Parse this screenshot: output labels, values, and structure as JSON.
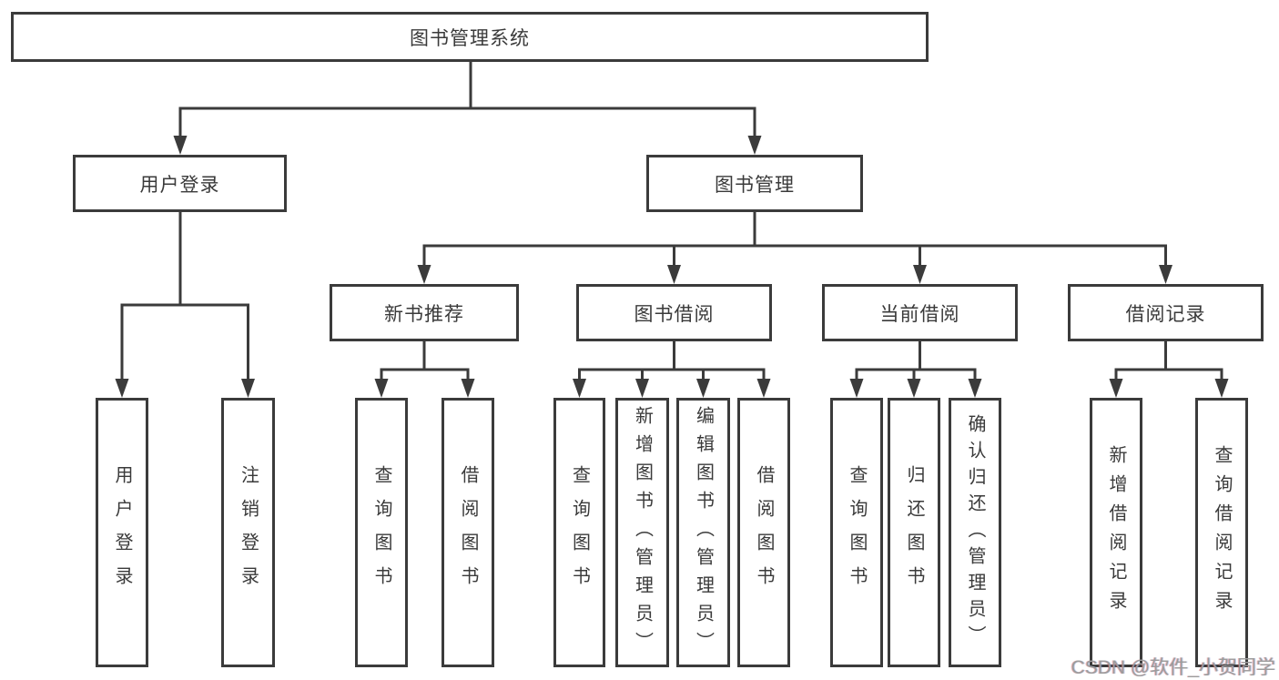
{
  "colors": {
    "line": "#3b3b3b",
    "text": "#3a3a3a",
    "background": "#ffffff",
    "watermark": "#9c9c9c"
  },
  "tree": {
    "root": "图书管理系统",
    "children": [
      {
        "label": "用户登录",
        "children": [
          "用户登录",
          "注销登录"
        ]
      },
      {
        "label": "图书管理",
        "children": [
          {
            "label": "新书推荐",
            "children": [
              "查询图书",
              "借阅图书"
            ]
          },
          {
            "label": "图书借阅",
            "children": [
              "查询图书",
              "新增图书（管理员）",
              "编辑图书（管理员）",
              "借阅图书"
            ]
          },
          {
            "label": "当前借阅",
            "children": [
              "查询图书",
              "归还图书",
              "确认归还（管理员）"
            ]
          },
          {
            "label": "借阅记录",
            "children": [
              "新增借阅记录",
              "查询借阅记录"
            ]
          }
        ]
      }
    ]
  },
  "watermark": {
    "text": "CSDN @软件_小贺同学"
  }
}
